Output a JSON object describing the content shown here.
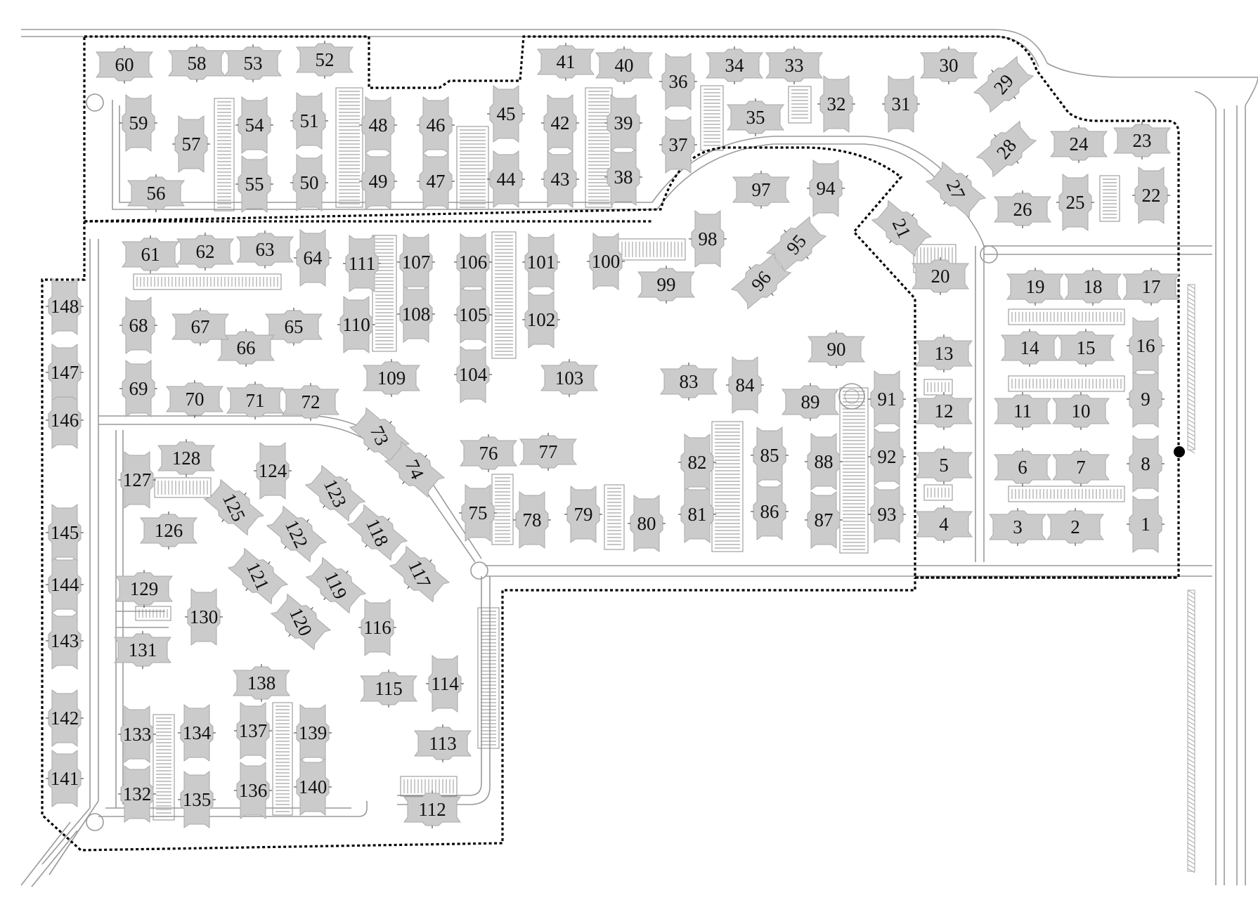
{
  "map": {
    "buildings": [
      {
        "id": "1"
      },
      {
        "id": "2"
      },
      {
        "id": "3"
      },
      {
        "id": "4"
      },
      {
        "id": "5"
      },
      {
        "id": "6"
      },
      {
        "id": "7"
      },
      {
        "id": "8"
      },
      {
        "id": "9"
      },
      {
        "id": "10"
      },
      {
        "id": "11"
      },
      {
        "id": "12"
      },
      {
        "id": "13"
      },
      {
        "id": "14"
      },
      {
        "id": "15"
      },
      {
        "id": "16"
      },
      {
        "id": "17"
      },
      {
        "id": "18"
      },
      {
        "id": "19"
      },
      {
        "id": "20"
      },
      {
        "id": "21"
      },
      {
        "id": "22"
      },
      {
        "id": "23"
      },
      {
        "id": "24"
      },
      {
        "id": "25"
      },
      {
        "id": "26"
      },
      {
        "id": "27"
      },
      {
        "id": "28"
      },
      {
        "id": "29"
      },
      {
        "id": "30"
      },
      {
        "id": "31"
      },
      {
        "id": "32"
      },
      {
        "id": "33"
      },
      {
        "id": "34"
      },
      {
        "id": "35"
      },
      {
        "id": "36"
      },
      {
        "id": "37"
      },
      {
        "id": "38"
      },
      {
        "id": "39"
      },
      {
        "id": "40"
      },
      {
        "id": "41"
      },
      {
        "id": "42"
      },
      {
        "id": "43"
      },
      {
        "id": "44"
      },
      {
        "id": "45"
      },
      {
        "id": "46"
      },
      {
        "id": "47"
      },
      {
        "id": "48"
      },
      {
        "id": "49"
      },
      {
        "id": "50"
      },
      {
        "id": "51"
      },
      {
        "id": "52"
      },
      {
        "id": "53"
      },
      {
        "id": "54"
      },
      {
        "id": "55"
      },
      {
        "id": "56"
      },
      {
        "id": "57"
      },
      {
        "id": "58"
      },
      {
        "id": "59"
      },
      {
        "id": "60"
      },
      {
        "id": "61"
      },
      {
        "id": "62"
      },
      {
        "id": "63"
      },
      {
        "id": "64"
      },
      {
        "id": "65"
      },
      {
        "id": "66"
      },
      {
        "id": "67"
      },
      {
        "id": "68"
      },
      {
        "id": "69"
      },
      {
        "id": "70"
      },
      {
        "id": "71"
      },
      {
        "id": "72"
      },
      {
        "id": "73"
      },
      {
        "id": "74"
      },
      {
        "id": "75"
      },
      {
        "id": "76"
      },
      {
        "id": "77"
      },
      {
        "id": "78"
      },
      {
        "id": "79"
      },
      {
        "id": "80"
      },
      {
        "id": "81"
      },
      {
        "id": "82"
      },
      {
        "id": "83"
      },
      {
        "id": "84"
      },
      {
        "id": "85"
      },
      {
        "id": "86"
      },
      {
        "id": "87"
      },
      {
        "id": "88"
      },
      {
        "id": "89"
      },
      {
        "id": "90"
      },
      {
        "id": "91"
      },
      {
        "id": "92"
      },
      {
        "id": "93"
      },
      {
        "id": "94"
      },
      {
        "id": "95"
      },
      {
        "id": "96"
      },
      {
        "id": "97"
      },
      {
        "id": "98"
      },
      {
        "id": "99"
      },
      {
        "id": "100"
      },
      {
        "id": "101"
      },
      {
        "id": "102"
      },
      {
        "id": "103"
      },
      {
        "id": "104"
      },
      {
        "id": "105"
      },
      {
        "id": "106"
      },
      {
        "id": "107"
      },
      {
        "id": "108"
      },
      {
        "id": "109"
      },
      {
        "id": "110"
      },
      {
        "id": "111"
      },
      {
        "id": "112"
      },
      {
        "id": "113"
      },
      {
        "id": "114"
      },
      {
        "id": "115"
      },
      {
        "id": "116"
      },
      {
        "id": "117"
      },
      {
        "id": "118"
      },
      {
        "id": "119"
      },
      {
        "id": "120"
      },
      {
        "id": "121"
      },
      {
        "id": "122"
      },
      {
        "id": "123"
      },
      {
        "id": "124"
      },
      {
        "id": "125"
      },
      {
        "id": "126"
      },
      {
        "id": "127"
      },
      {
        "id": "128"
      },
      {
        "id": "129"
      },
      {
        "id": "130"
      },
      {
        "id": "131"
      },
      {
        "id": "132"
      },
      {
        "id": "133"
      },
      {
        "id": "134"
      },
      {
        "id": "135"
      },
      {
        "id": "136"
      },
      {
        "id": "137"
      },
      {
        "id": "138"
      },
      {
        "id": "139"
      },
      {
        "id": "140"
      },
      {
        "id": "141"
      },
      {
        "id": "142"
      },
      {
        "id": "143"
      },
      {
        "id": "144"
      },
      {
        "id": "145"
      },
      {
        "id": "146"
      },
      {
        "id": "147"
      },
      {
        "id": "148"
      }
    ],
    "colors": {
      "building_fill": "#cbcbcb",
      "building_stroke": "#a9a9a9",
      "road": "#9a9a9a",
      "boundary": "#000000",
      "label": "#111111",
      "background": "#ffffff"
    }
  }
}
